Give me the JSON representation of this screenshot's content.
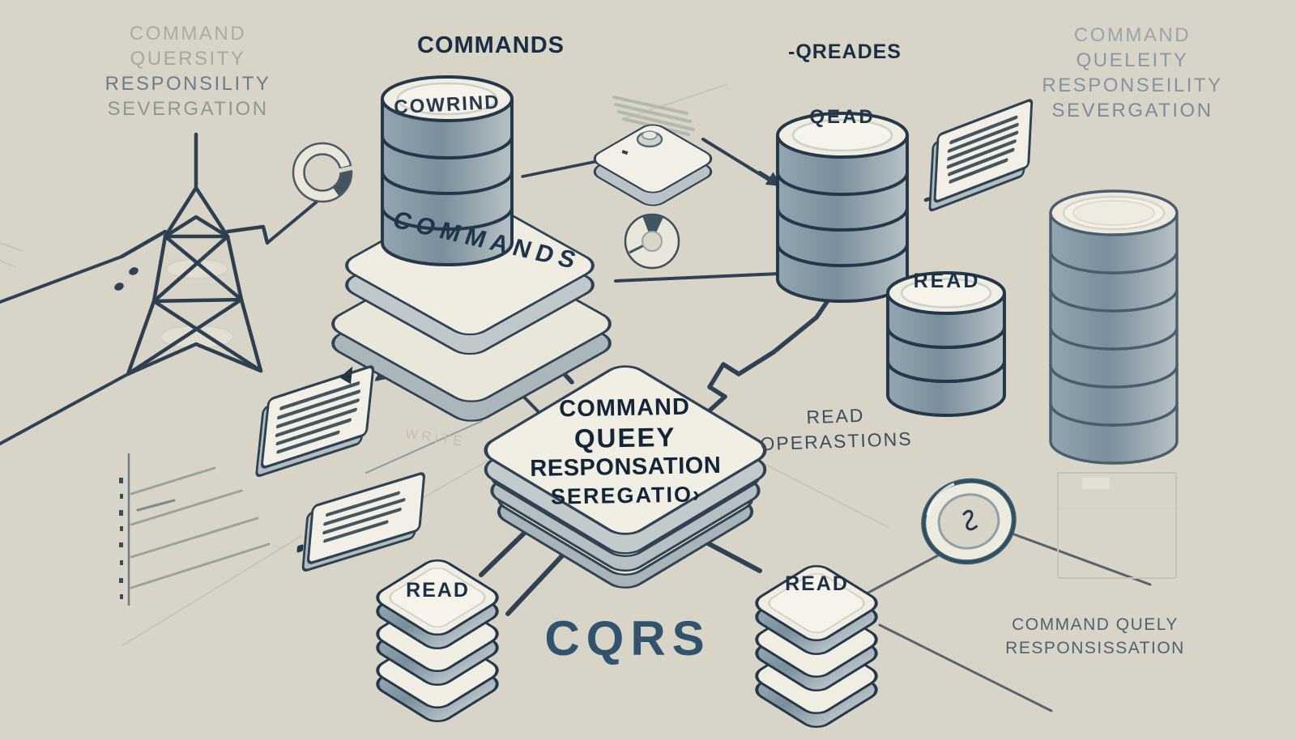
{
  "palette": {
    "background": "#d8d4c8",
    "ink_line": "#2e4254",
    "navy_text": "#1b2f44",
    "cream_surface": "#f0ede3",
    "slate_side": "#7f93a0",
    "ghost_text": "#a7aaa0",
    "steel_blue": "#31536d"
  },
  "texts": {
    "top_left": [
      "COMMAND",
      "QUERSITY",
      "RESPONSILITY",
      "SEVERGATION"
    ],
    "commands_title": "COMMANDS",
    "reades_title": "-QREADES",
    "top_right": [
      "COMMAND",
      "QUELEITY",
      "RESPONSEILITY",
      "SEVERGATION"
    ],
    "write_db_label": "COWRIND",
    "commands_platform": "COMMANDS",
    "read_db_top": "QEAD",
    "read_db_mid": "READ",
    "diamond_lines": [
      "COMMAND",
      "QUEEY",
      "RESPONSATION",
      "SEREGATIO›"
    ],
    "read_operations": [
      "READ",
      "OPERASTIONS"
    ],
    "write_hint": "WRITE",
    "read_db_bottom_left": "READ",
    "read_db_bottom_right": "READ",
    "cqrs": "CQRS",
    "bottom_right": [
      "COMMAND QUELY",
      "RESPONSISSATION"
    ]
  },
  "icons": [
    "transmission-tower-icon",
    "donut-chart-icon",
    "database-stack-icon",
    "isometric-platform-icon",
    "document-tile-icon",
    "knob-tile-icon",
    "pie-disc-icon",
    "ring-icon",
    "ruler-ticks-icon",
    "ground-square-icon",
    "connector-arrow-icon"
  ]
}
